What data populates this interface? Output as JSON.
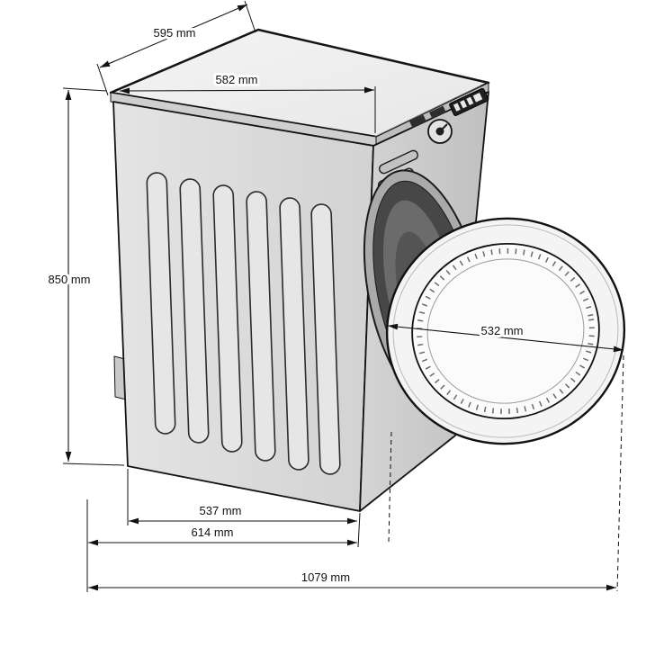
{
  "diagram": {
    "type": "technical-dimension-drawing",
    "subject": "Front-loading washing machine, isometric view with door open",
    "background_color": "#ffffff",
    "outline_color": "#111111",
    "body_colors": {
      "top": "#f0f0f0",
      "front": "#dedede",
      "side": "#cdcdcd",
      "porthole": "#474747",
      "door_ring": "#f4f4f4"
    },
    "dimensions": {
      "top_depth": "595 mm",
      "top_width": "582 mm",
      "height": "850 mm",
      "door_diameter": "532 mm",
      "base_width": "537 mm",
      "base_depth": "614 mm",
      "depth_door_open": "1079 mm"
    }
  }
}
